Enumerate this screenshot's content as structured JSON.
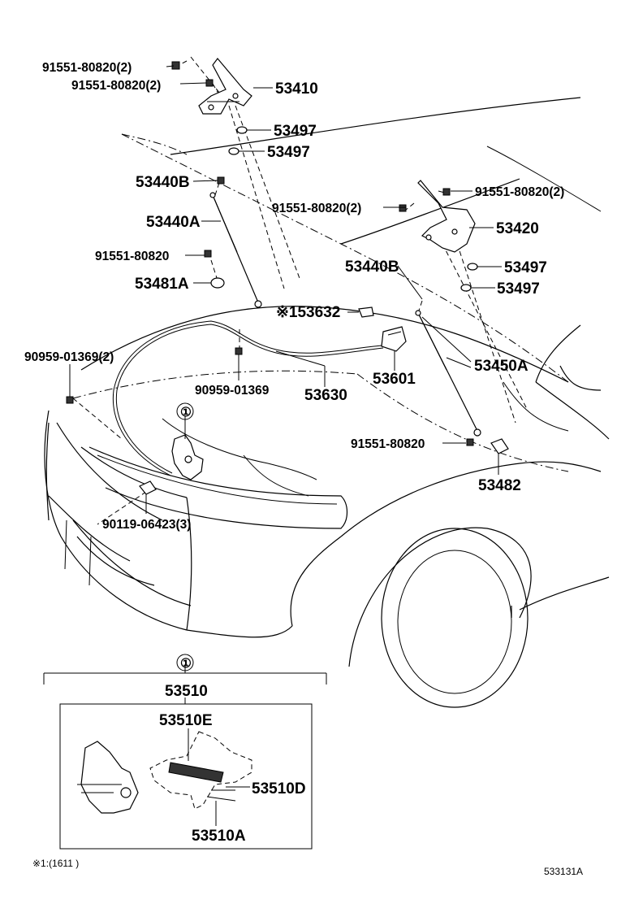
{
  "labels": {
    "p91551_a": "91551-80820(2)",
    "p91551_b": "91551-80820(2)",
    "p53410": "53410",
    "p53497_a": "53497",
    "p53497_b": "53497",
    "p53440B_l": "53440B",
    "p91551_c": "91551-80820(2)",
    "p91551_d": "91551-80820(2)",
    "p53440A": "53440A",
    "p53420": "53420",
    "p91551_e": "91551-80820",
    "p53440B_r": "53440B",
    "p53497_c": "53497",
    "p53481A": "53481A",
    "p53497_d": "53497",
    "p53632": "※153632",
    "p90959_a": "90959-01369(2)",
    "p53450A": "53450A",
    "p90959_b": "90959-01369",
    "p53630": "53630",
    "p53601": "53601",
    "p91551_f": "91551-80820",
    "p53482": "53482",
    "p90119": "90119-06423(3)",
    "callout_top": "①",
    "callout_inset": "①",
    "p53510": "53510",
    "p53510E": "53510E",
    "p53510D": "53510D",
    "p53510A": "53510A",
    "footnote": "※1:(1611      )",
    "diagram_code": "533131A"
  }
}
